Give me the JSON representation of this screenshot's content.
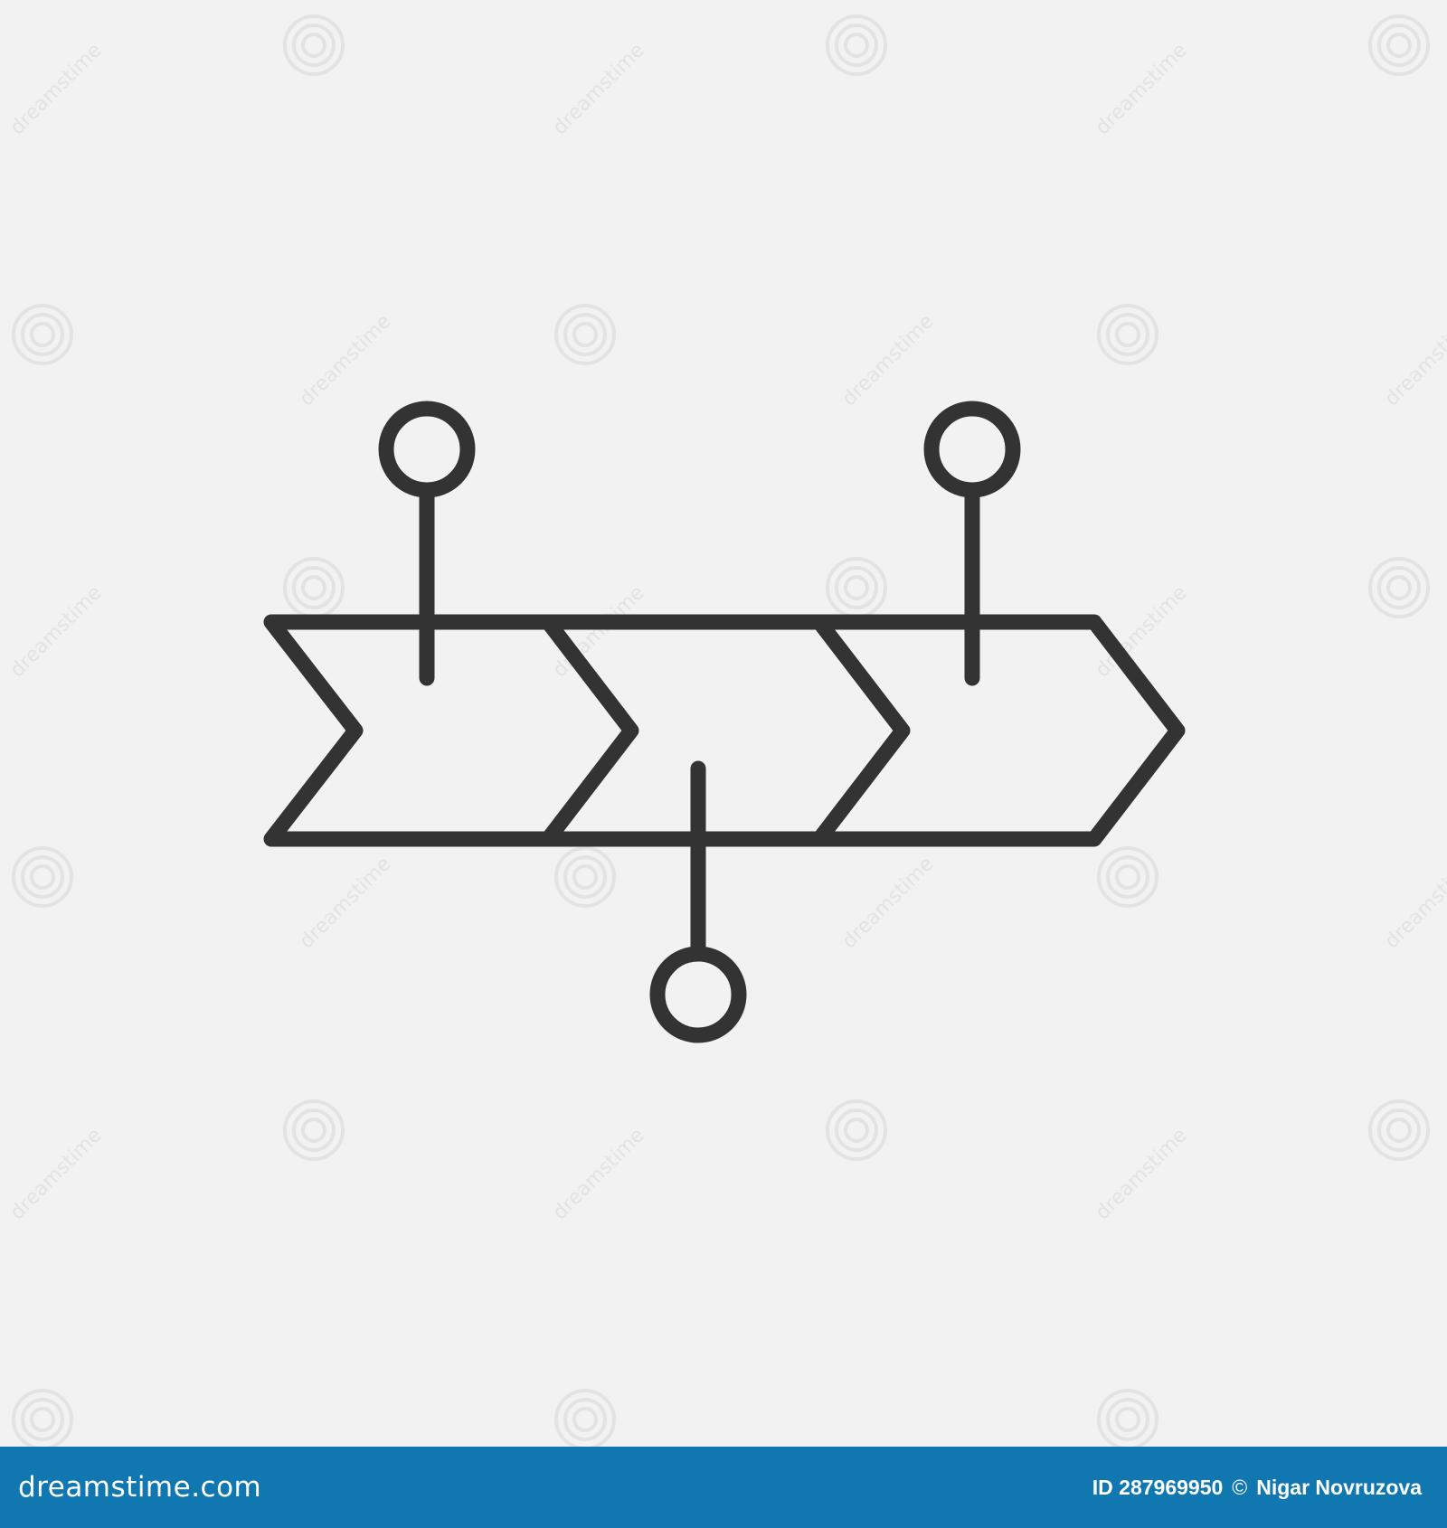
{
  "colors": {
    "background": "#f2f2f2",
    "icon_stroke": "#333333",
    "footer_bar": "#1177b0",
    "watermark": "#e3e3e3"
  },
  "icon": {
    "name": "timeline-process-icon",
    "arrows": 3,
    "milestones": [
      {
        "position": "top",
        "segment": 1
      },
      {
        "position": "bottom",
        "segment": 2
      },
      {
        "position": "top",
        "segment": 3
      }
    ]
  },
  "watermark": {
    "text": "dreamstime",
    "icon": "spiral-logo-icon"
  },
  "footer": {
    "brand": "dreamstime.com",
    "image_id": "ID 287969950",
    "copyright_symbol": "©",
    "author": "Nigar Novruzova"
  }
}
